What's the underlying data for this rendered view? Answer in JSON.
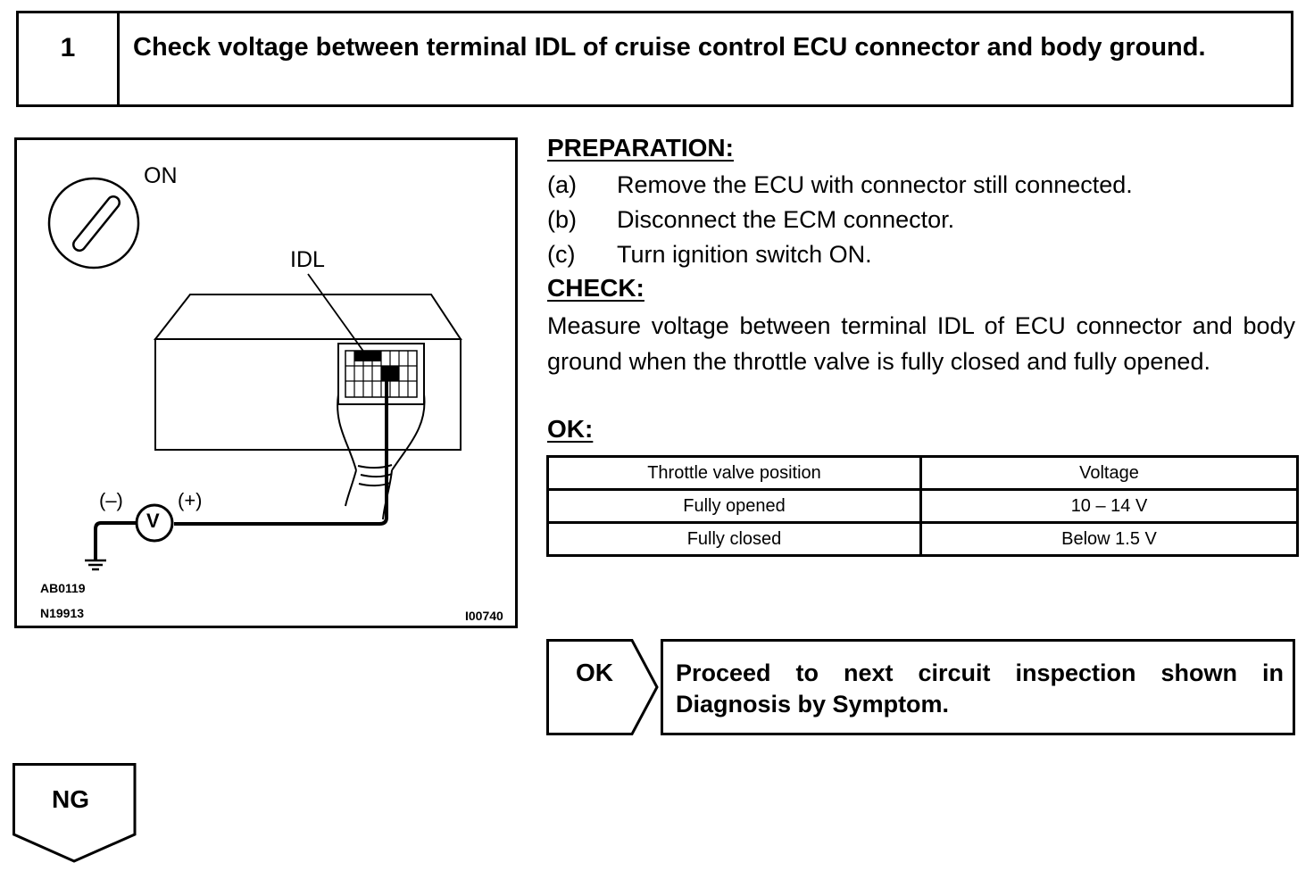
{
  "step": {
    "number": "1",
    "title": "Check voltage between terminal IDL of cruise control ECU connector and body ground."
  },
  "figure": {
    "switch_label": "ON",
    "terminal_label": "IDL",
    "meter_symbol": "V",
    "minus_label": "(–)",
    "plus_label": "(+)",
    "ref_codes": [
      "AB0119",
      "N19913"
    ],
    "figure_code": "I00740"
  },
  "preparation": {
    "heading": "PREPARATION:",
    "steps": [
      {
        "letter": "(a)",
        "text": "Remove the ECU with connector still connected."
      },
      {
        "letter": "(b)",
        "text": "Disconnect the ECM connector."
      },
      {
        "letter": "(c)",
        "text": "Turn ignition switch ON."
      }
    ]
  },
  "check": {
    "heading": "CHECK:",
    "text": "Measure voltage between terminal IDL of ECU connector and body ground when the throttle valve is fully closed and fully opened."
  },
  "ok_spec": {
    "heading": "OK:",
    "headers": [
      "Throttle valve position",
      "Voltage"
    ],
    "rows": [
      [
        "Fully opened",
        "10 – 14 V"
      ],
      [
        "Fully closed",
        "Below 1.5 V"
      ]
    ]
  },
  "ok_result": {
    "label": "OK",
    "action": "Proceed to next circuit inspection shown in Diagnosis by Symptom."
  },
  "ng_result": {
    "label": "NG"
  }
}
